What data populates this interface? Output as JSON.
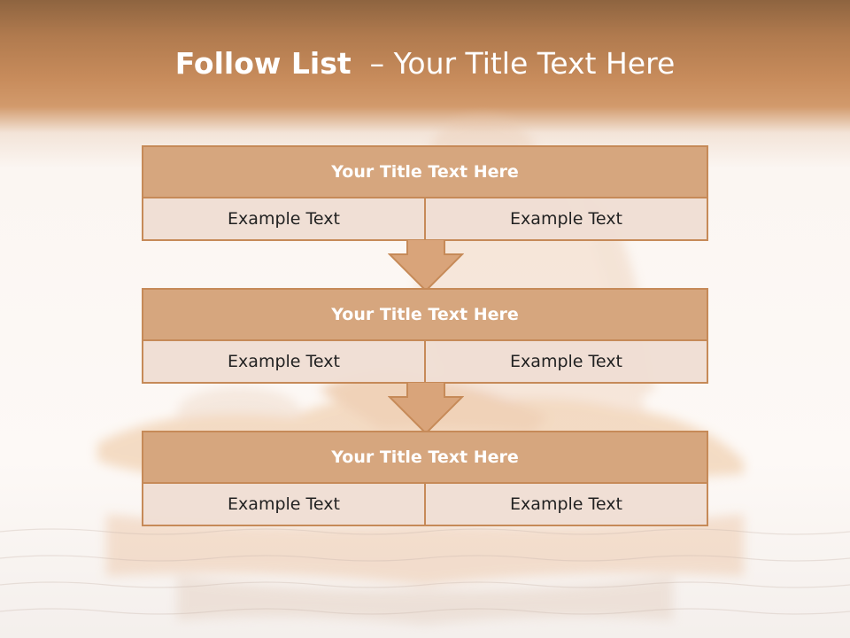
{
  "title": {
    "main": "Follow List",
    "separator": "–",
    "subtitle": "Your Title Text Here"
  },
  "steps": [
    {
      "title": "Your Title Text Here",
      "left": "Example Text",
      "right": "Example Text"
    },
    {
      "title": "Your Title Text Here",
      "left": "Example Text",
      "right": "Example Text"
    },
    {
      "title": "Your Title Text Here",
      "left": "Example Text",
      "right": "Example Text"
    }
  ],
  "colors": {
    "header_band": "#c88c5c",
    "box_border": "#c68a58",
    "box_header": "#d6a67e",
    "box_body": "#efded3",
    "arrow_fill": "#d9a47a"
  },
  "icons": [
    "down-arrow-icon"
  ]
}
